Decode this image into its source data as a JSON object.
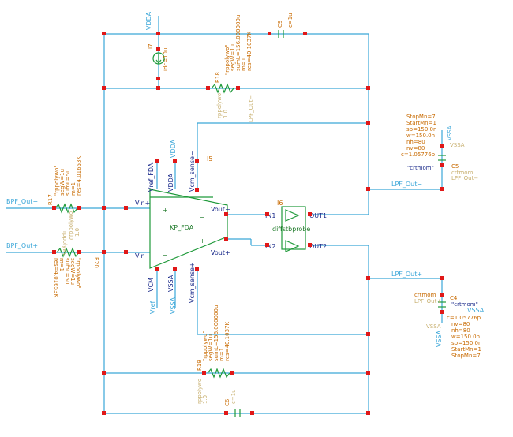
{
  "nets": {
    "vdda_top": "VDDA",
    "vdda_fda": "VDDA",
    "vref": "Vref",
    "vssa_fda": "VSSA",
    "vssa_c5": "VSSA",
    "vssa_c4": "VSSA",
    "vssa_c4_left": "VSSA",
    "bpf_out_minus": "BPF_Out−",
    "bpf_out_plus": "BPF_Out+",
    "lpf_out_minus": "LPF_Out−",
    "lpf_out_plus": "LPF_Out+"
  },
  "fda": {
    "label": "KP_FDA",
    "instance": "I5",
    "pins": {
      "vin_plus": "Vin+",
      "vin_minus": "Vin−",
      "vout_minus": "Vout−",
      "vout_plus": "Vout+",
      "vref_fda": "Vref_FDA",
      "vdda": "VDDA",
      "vcm_sense_minus": "Vcm_sense−",
      "vcm": "VCM",
      "vssa": "VSSA",
      "vcm_sense_plus": "Vcm_sense+"
    }
  },
  "probe": {
    "instance": "I6",
    "label": "diffstbprobe",
    "pins": {
      "in1": "IN1",
      "in2": "IN2",
      "out1": "OUT1",
      "out2": "OUT2"
    }
  },
  "i7": {
    "instance": "I7",
    "param": "idc=10u"
  },
  "c9": {
    "instance": "C9",
    "param": "c=1u"
  },
  "c6": {
    "instance": "C6",
    "param": "c=1u"
  },
  "r18": {
    "instance": "R18",
    "model": "\"rppolywo\"",
    "segW": "segW=1u",
    "sumL": "sumL=156.000000u",
    "m": "m=1",
    "res": "res=40.1037K",
    "ghost1": "rppolywo",
    "ghost2": "1.0"
  },
  "r19": {
    "instance": "R19",
    "model": "\"rppolywo\"",
    "segW": "segW=1u",
    "sumL": "sumL=156.000000u",
    "m": "m=1",
    "res": "res=40.1037K",
    "ghost1": "rppolywo",
    "ghost2": "1.0"
  },
  "r17": {
    "instance": "R17",
    "model": "\"rppolywo\"",
    "segW": "segW=1u",
    "sumL": "sumL=5u",
    "m": "m=1",
    "res": "res=4.01653K",
    "ghost1": "rppolywo",
    "ghost2": "1.0"
  },
  "r20": {
    "instance": "R20",
    "model": "\"rppolywo\"",
    "segW": "segW=1u",
    "sumL": "sumL=5u",
    "m": "m=1",
    "res": "res=4.01653K",
    "ghost1": "rppolywo",
    "ghost2": "1.0"
  },
  "c5": {
    "instance": "C5",
    "model": "\"crtmom\"",
    "stopmin": "StopMn=7",
    "startmin": "StartMn=1",
    "sp": "sp=150.0n",
    "w": "w=150.0n",
    "nh": "nh=80",
    "nv": "nv=80",
    "c": "c=1.05776p",
    "ghost1": "crtmom",
    "ghost2": "LPF_Out−",
    "ghost3": "VSSA"
  },
  "c4": {
    "instance": "C4",
    "model": "\"crtmom\"",
    "c": "c=1.05776p",
    "nv": "nv=80",
    "nh": "nh=80",
    "w": "w=150.0n",
    "sp": "sp=150.0n",
    "startmin": "StartMn=1",
    "stopmin": "StopMn=7",
    "ghost1": "crtmom",
    "ghost2": "LPF_Out+",
    "ghost3": "VSSA"
  },
  "ghosts": {
    "lpf_out": "LPF_Out−"
  }
}
